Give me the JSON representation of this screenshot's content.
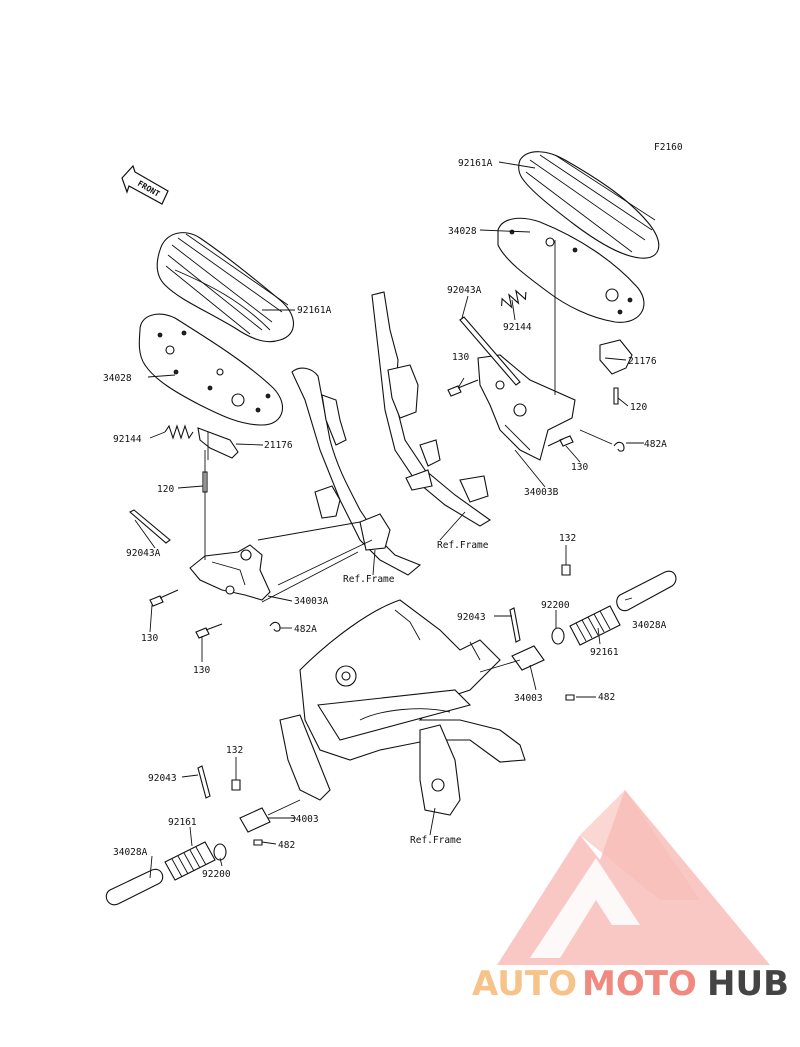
{
  "figure_code": "F2160",
  "front_marker": "FRONT",
  "labels": [
    {
      "key": "l1",
      "text": "92161A"
    },
    {
      "key": "l2",
      "text": "34028"
    },
    {
      "key": "l3",
      "text": "92043A"
    },
    {
      "key": "l4",
      "text": "92144"
    },
    {
      "key": "l5",
      "text": "130"
    },
    {
      "key": "l6",
      "text": "21176"
    },
    {
      "key": "l7",
      "text": "120"
    },
    {
      "key": "l8",
      "text": "482A"
    },
    {
      "key": "l9",
      "text": "130"
    },
    {
      "key": "l10",
      "text": "34003B"
    },
    {
      "key": "l11",
      "text": "Ref.Frame"
    },
    {
      "key": "l12",
      "text": "92161A"
    },
    {
      "key": "l13",
      "text": "34028"
    },
    {
      "key": "l14",
      "text": "92144"
    },
    {
      "key": "l15",
      "text": "21176"
    },
    {
      "key": "l16",
      "text": "120"
    },
    {
      "key": "l17",
      "text": "92043A"
    },
    {
      "key": "l18",
      "text": "Ref.Frame"
    },
    {
      "key": "l19",
      "text": "34003A"
    },
    {
      "key": "l20",
      "text": "130"
    },
    {
      "key": "l21",
      "text": "482A"
    },
    {
      "key": "l22",
      "text": "130"
    },
    {
      "key": "l23",
      "text": "132"
    },
    {
      "key": "l24",
      "text": "92043"
    },
    {
      "key": "l25",
      "text": "92200"
    },
    {
      "key": "l26",
      "text": "34028A"
    },
    {
      "key": "l27",
      "text": "92161"
    },
    {
      "key": "l28",
      "text": "34003"
    },
    {
      "key": "l29",
      "text": "482"
    },
    {
      "key": "l30",
      "text": "132"
    },
    {
      "key": "l31",
      "text": "92043"
    },
    {
      "key": "l32",
      "text": "34003"
    },
    {
      "key": "l33",
      "text": "92161"
    },
    {
      "key": "l34",
      "text": "482"
    },
    {
      "key": "l35",
      "text": "34028A"
    },
    {
      "key": "l36",
      "text": "92200"
    },
    {
      "key": "l37",
      "text": "Ref.Frame"
    }
  ],
  "watermark": {
    "part1": "AUTO",
    "part2": "MOTO",
    "part3": "HUB",
    "color_light": "#f6c38a",
    "color_mid": "#f08a80",
    "color_dark": "#444444",
    "logo_color": "#f2897f"
  }
}
